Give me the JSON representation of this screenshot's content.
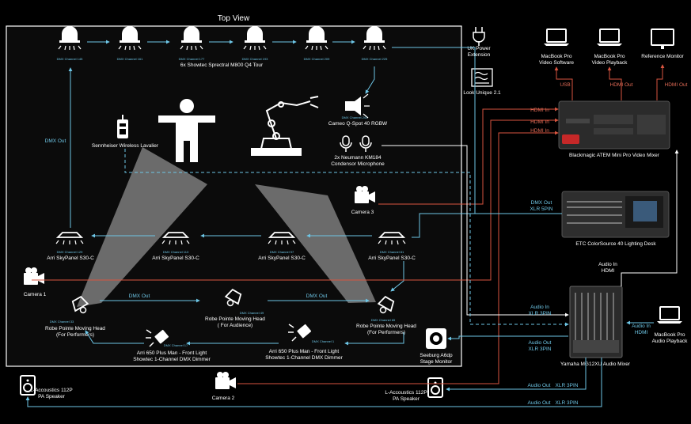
{
  "title": "Top View",
  "devices": {
    "spot_fixtures_label": "6x Showtec Sprectral M800 Q4 Tour",
    "spot_channels": [
      "DMX Channel 145",
      "DMX Channel 161",
      "DMX Channel 177",
      "DMX Channel 193",
      "DMX Channel 209",
      "DMX Channel 225"
    ],
    "cameo_channel": "DMX Channel 241",
    "cameo_label": "Cameo Q-Spot 40 RGBW",
    "lavalier_label": "Sennheiser Wireless Lavalier",
    "mic_label_1": "2x Neumann KM184",
    "mic_label_2": "Condensor Microphone",
    "camera3": "Camera 3",
    "camera1": "Camera 1",
    "camera2": "Camera 2",
    "skypanel_label": "Arri SkyPanel S30-C",
    "skypanel_channels": [
      "DMX Channel 129",
      "DMX Channel 113",
      "DMX Channel 97",
      "DMX Channel 81"
    ],
    "robe_left_channel": "DMX Channel 33",
    "robe_left_1": "Robe Pointe Moving Head",
    "robe_left_2": "(For Performers)",
    "robe_mid_channel": "DMX Channel 49",
    "robe_mid_1": "Robe Pointe Moving Head",
    "robe_mid_2": "( For Audience)",
    "robe_right_channel": "DMX Channel 65",
    "robe_right_1": "Robe Pointe Moving Head",
    "robe_right_2": "(For Performers)",
    "arri_left_channel": "DMX Channel 17",
    "arri_left_1": "Arri 650 Plus Man - Front Light",
    "arri_left_2": "Showtec 1-Channel DMX Dimmer",
    "arri_right_channel": "DMX Channel 1",
    "arri_right_1": "Arri 650 Plus Man - Front Light",
    "arri_right_2": "Showtec 1-Channel DMX Dimmer",
    "monitor_1": "Seeburg A6dp",
    "monitor_2": "Stage Monitor",
    "pa_left_1": "L-Accoustics 112P",
    "pa_left_2": "PA Speaker",
    "pa_right_1": "L-Accoustics 112P",
    "pa_right_2": "PA Speaker",
    "uk_power_1": "UK Power",
    "uk_power_2": "Extension",
    "look_unique": "Look Unique 2.1",
    "mbp_video_1": "MacBook Pro",
    "mbp_video_2": "Video Software",
    "mbp_play_1": "MacBook Pro",
    "mbp_play_2": "Video Playback",
    "ref_monitor": "Reference Monitor",
    "atem_label": "Blackmagic ATEM Mini Pro Video Mixer",
    "etc_label": "ETC ColorSource 40 Lighting Desk",
    "yamaha_label": "Yamaha MG12XU Audio Mixer",
    "mbp_audio_1": "MacBook Pro",
    "mbp_audio_2": "Audio Playback"
  },
  "connections": {
    "dmx_out": "DMX Out",
    "usb": "USB",
    "hdmi_out": "HDMI Out",
    "hdmi_in": "HDMI In",
    "dmx_out_xlr": "DMX Out",
    "xlr_5pin": "XLR 5PIN",
    "audio_in": "Audio In",
    "hdmi": "HDMI",
    "xlr_3pin": "XLR 3PIN",
    "audio_out": "Audio Out"
  }
}
